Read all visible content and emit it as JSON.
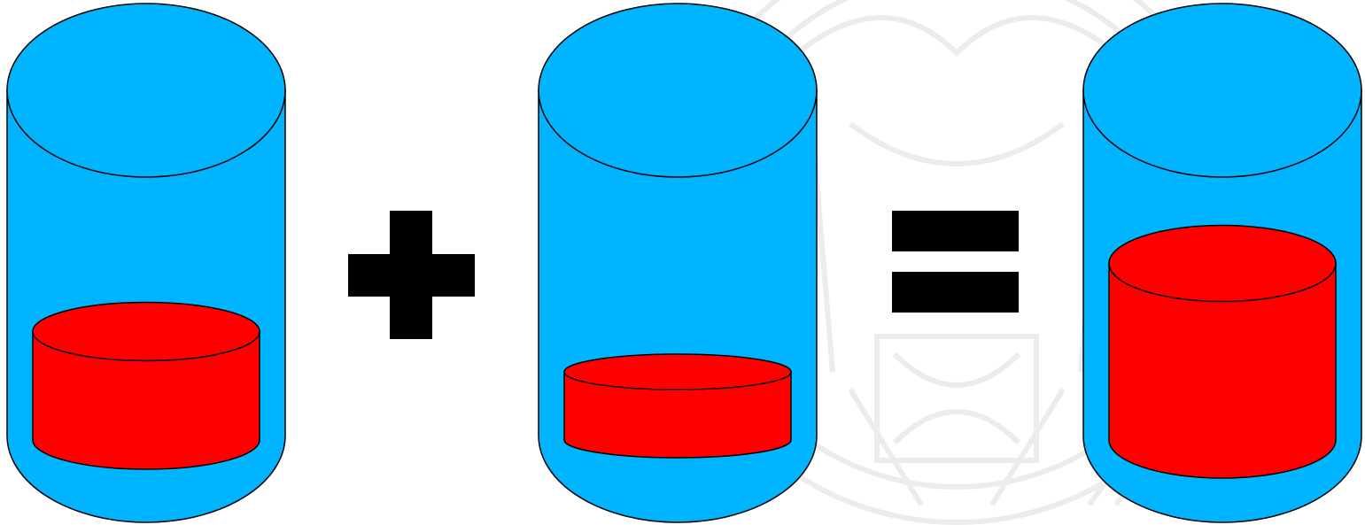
{
  "colors": {
    "background": "#ffffff",
    "outer_cylinder": "#00b4ff",
    "inner_cylinder": "#ff0000",
    "outline": "#000000",
    "operator": "#000000",
    "watermark": "#dedede"
  },
  "watermark": {
    "kind": "faint institutional seal watermark",
    "icon": "seal-watermark-icon"
  },
  "diagram": {
    "items": [
      {
        "kind": "container",
        "name": "container-1",
        "fill_level": 0.43
      },
      {
        "kind": "operator",
        "name": "plus-operator",
        "icon": "plus-icon"
      },
      {
        "kind": "container",
        "name": "container-2",
        "fill_level": 0.27
      },
      {
        "kind": "operator",
        "name": "equals-operator",
        "icon": "equals-icon"
      },
      {
        "kind": "container",
        "name": "container-3",
        "fill_level": 0.7
      }
    ]
  }
}
